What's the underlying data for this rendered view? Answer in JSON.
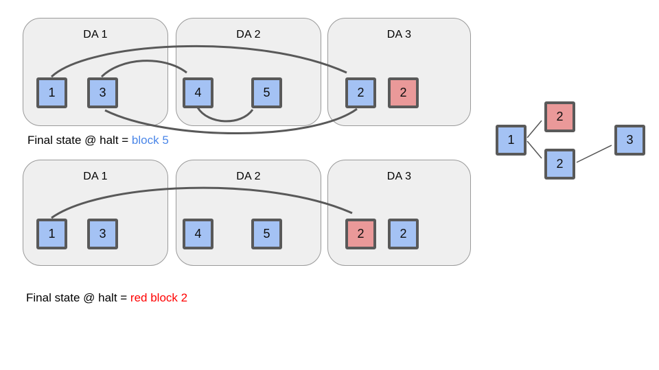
{
  "scenario_a": {
    "panels": [
      {
        "title": "DA 1",
        "blocks": [
          {
            "label": "1",
            "color": "blue"
          },
          {
            "label": "3",
            "color": "blue"
          }
        ]
      },
      {
        "title": "DA 2",
        "blocks": [
          {
            "label": "4",
            "color": "blue"
          },
          {
            "label": "5",
            "color": "blue"
          }
        ]
      },
      {
        "title": "DA 3",
        "blocks": [
          {
            "label": "2",
            "color": "blue"
          },
          {
            "label": "2",
            "color": "red"
          }
        ]
      }
    ],
    "edges": [
      {
        "from": "block 1 (DA 1)",
        "to": "blue block 2 (DA 3)"
      },
      {
        "from": "block 3 (DA 1)",
        "to": "block 4 (DA 2)"
      },
      {
        "from": "block 4 (DA 2)",
        "to": "block 5 (DA 2)"
      },
      {
        "from": "blue block 2 (DA 3)",
        "to": "block 3 (DA 1)"
      }
    ],
    "caption": {
      "prefix": "Final state @ halt = ",
      "value": "block 5",
      "value_color": "#4a86e8"
    }
  },
  "scenario_b": {
    "panels": [
      {
        "title": "DA 1",
        "blocks": [
          {
            "label": "1",
            "color": "blue"
          },
          {
            "label": "3",
            "color": "blue"
          }
        ]
      },
      {
        "title": "DA 2",
        "blocks": [
          {
            "label": "4",
            "color": "blue"
          },
          {
            "label": "5",
            "color": "blue"
          }
        ]
      },
      {
        "title": "DA 3",
        "blocks": [
          {
            "label": "2",
            "color": "red"
          },
          {
            "label": "2",
            "color": "blue"
          }
        ]
      }
    ],
    "edges": [
      {
        "from": "block 1 (DA 1)",
        "to": "red block 2 (DA 3)"
      }
    ],
    "caption": {
      "prefix": "Final state @ halt = ",
      "value": "red block 2",
      "value_color": "#ff0000"
    }
  },
  "legend_graph": {
    "nodes": [
      {
        "label": "1",
        "color": "blue"
      },
      {
        "label": "2",
        "color": "red"
      },
      {
        "label": "2",
        "color": "blue"
      },
      {
        "label": "3",
        "color": "blue"
      }
    ],
    "edges": [
      {
        "from": "1",
        "to": "red 2"
      },
      {
        "from": "1",
        "to": "blue 2"
      },
      {
        "from": "blue 2",
        "to": "3"
      }
    ]
  },
  "colors": {
    "block_blue": "#a4c2f4",
    "block_red": "#ea9999",
    "block_border": "#595959",
    "panel_fill": "#efefef",
    "panel_border": "#999999",
    "arrow": "#595959",
    "caption_highlight_blue": "#4a86e8",
    "caption_highlight_red": "#ff0000"
  }
}
